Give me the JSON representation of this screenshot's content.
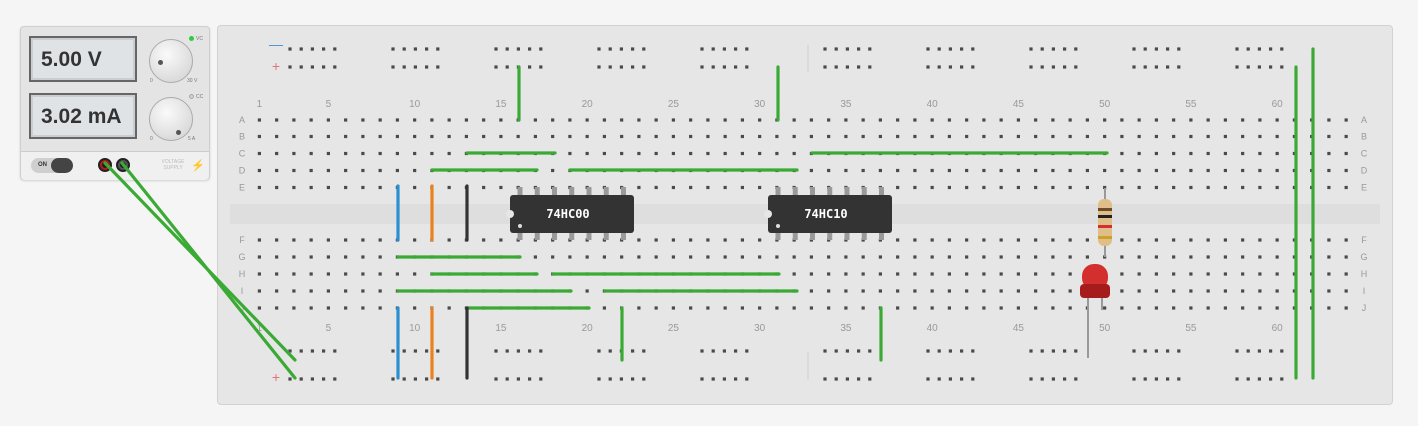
{
  "power_supply": {
    "voltage_display": "5.00 V",
    "current_display": "3.02 mA",
    "switch_label": "ON",
    "knob_voltage_min": "0",
    "knob_voltage_max": "30 V",
    "knob_current_min": "0",
    "knob_current_max": "5 A",
    "indicator_vc": "VC",
    "indicator_cc": "CC",
    "brand_text": "VOLTAGE SUPPLY",
    "colors": {
      "positive_terminal": "#b71c1c",
      "negative_terminal": "#444444",
      "vc_led": "#2ecc40"
    }
  },
  "breadboard": {
    "rail_minus_symbol": "—",
    "rail_plus_symbol": "+",
    "row_letters_top": [
      "A",
      "B",
      "C",
      "D",
      "E"
    ],
    "row_letters_bottom": [
      "F",
      "G",
      "H",
      "I",
      "J"
    ],
    "column_numbers": [
      "1",
      "5",
      "10",
      "15",
      "20",
      "25",
      "30",
      "35",
      "40",
      "45",
      "50",
      "55",
      "60"
    ],
    "chips": [
      {
        "label": "74HC00"
      },
      {
        "label": "74HC10"
      }
    ],
    "components": [
      "resistor",
      "red-led"
    ],
    "colors": {
      "wire_green": "#3aaa35",
      "wire_blue": "#2b8fd0",
      "wire_orange": "#e8821f",
      "wire_black": "#333333",
      "led_red": "#d32f2f",
      "rail_minus": "#4a90d9",
      "rail_plus": "#e57373"
    }
  }
}
